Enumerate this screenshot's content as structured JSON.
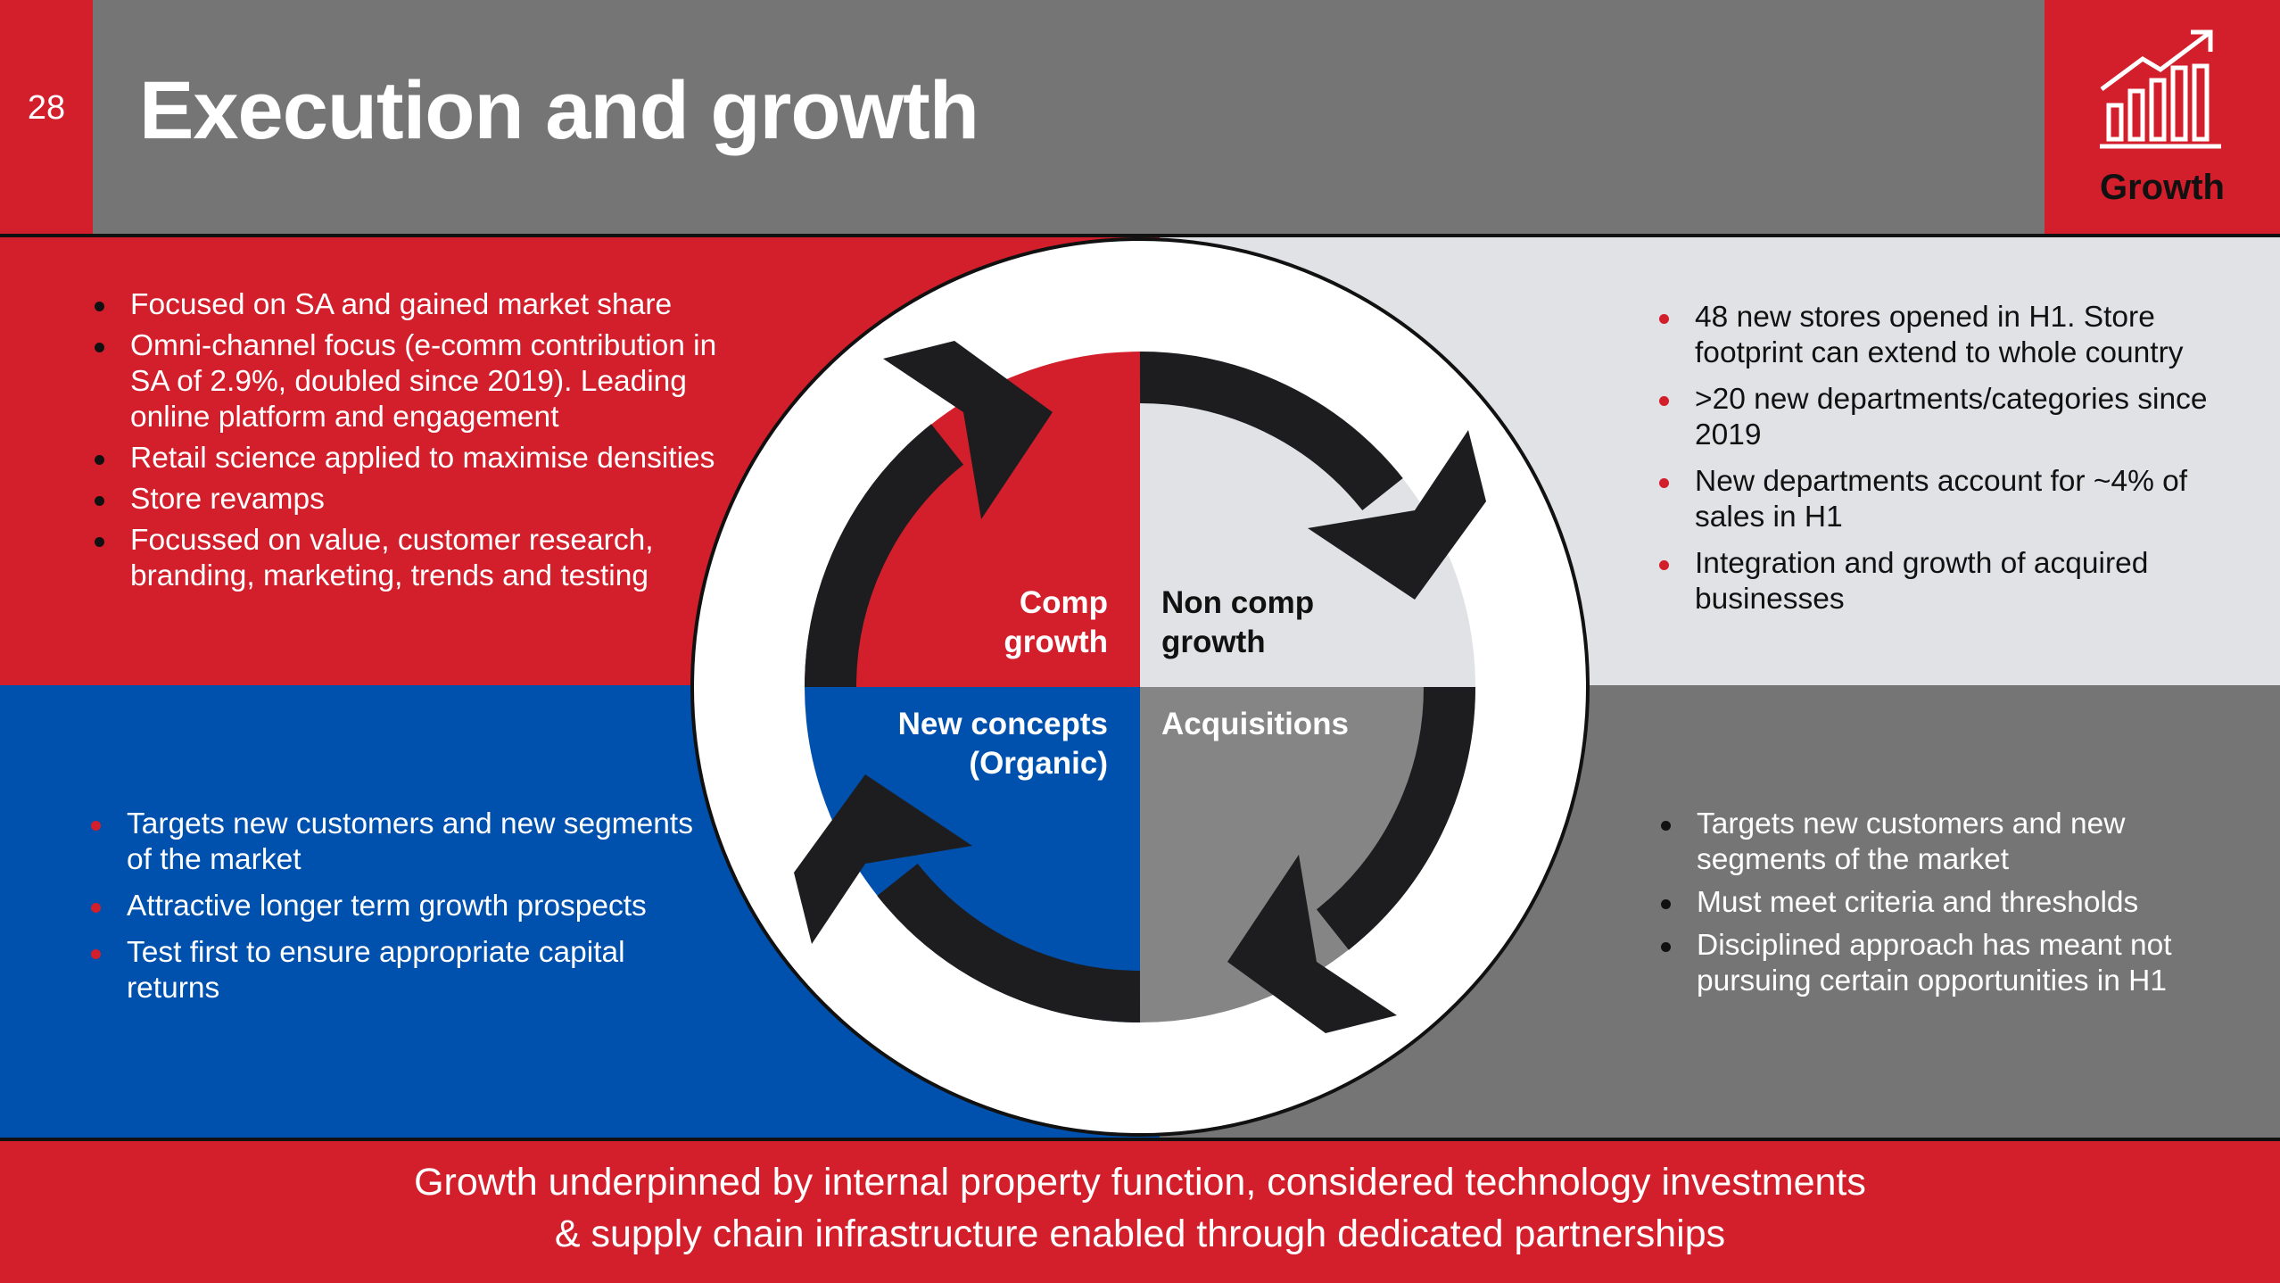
{
  "header": {
    "page_number": "28",
    "title": "Execution and growth",
    "badge_label": "Growth",
    "badge_icon": "growth-chart-icon"
  },
  "colors": {
    "red": "#d21f2b",
    "blue": "#0051ad",
    "dark_gray": "#757575",
    "light_gray": "#e1e2e5",
    "arrow": "#1d1d1f"
  },
  "diagram": {
    "quadrants": {
      "top_left": [
        "Comp",
        "growth"
      ],
      "top_right": [
        "Non comp",
        "growth"
      ],
      "bottom_left": [
        "New concepts",
        "(Organic)"
      ],
      "bottom_right": [
        "Acquisitions"
      ]
    }
  },
  "panels": {
    "top_left": [
      "Focused on SA and gained market share",
      "Omni-channel focus (e-comm contribution in SA of 2.9%, doubled since 2019). Leading online platform and engagement",
      "Retail science applied to maximise densities",
      "Store revamps",
      "Focussed on value, customer research, branding, marketing, trends and testing"
    ],
    "top_right": [
      "48 new stores opened in H1. Store footprint can extend to whole country",
      ">20 new departments/categories since 2019",
      "New departments account for ~4% of sales in H1",
      "Integration and growth of acquired businesses"
    ],
    "bottom_left": [
      "Targets new customers and new segments of the market",
      "Attractive longer term growth prospects",
      "Test first to ensure appropriate capital returns"
    ],
    "bottom_right": [
      "Targets new customers and new segments of the market",
      "Must meet criteria and thresholds",
      "Disciplined approach has meant not pursuing certain opportunities in H1"
    ]
  },
  "footer": {
    "line1": "Growth underpinned by internal property function, considered technology investments",
    "line2": "&  supply chain infrastructure enabled through dedicated partnerships"
  }
}
